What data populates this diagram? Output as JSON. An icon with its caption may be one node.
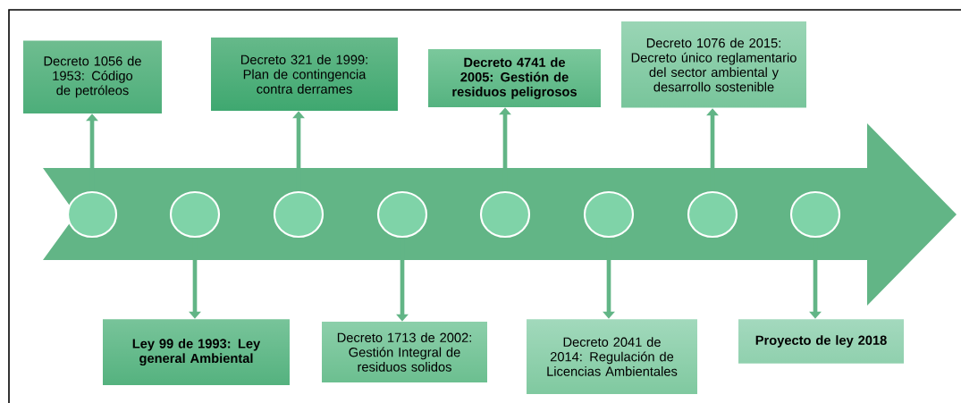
{
  "diagram": {
    "nodes": [
      {
        "text": [],
        "shape": "circle"
      },
      {
        "text": [],
        "shape": "circle"
      },
      {
        "text": [],
        "shape": "circle"
      },
      {
        "text": [],
        "shape": "circle"
      },
      {
        "text": [],
        "shape": "circle"
      },
      {
        "text": [],
        "shape": "circle"
      },
      {
        "text": [],
        "shape": "circle"
      },
      {
        "text": [],
        "shape": "circle"
      },
      {
        "text": [
          "Decreto 1056 de 1953: Código de petróleos"
        ]
      },
      {
        "text": [
          "Ley 99 de 1993: Ley general Ambiental"
        ]
      },
      {
        "text": [
          "Decreto 321 de 1999: Plan de contingencia contra derrames"
        ]
      },
      {
        "text": [
          "Decreto 1713 de 2002: Gestión Integral de residuos solidos"
        ]
      },
      {
        "text": [
          "Decreto 4741 de 2005: Gestión de residuos peligrosos"
        ]
      },
      {
        "text": [
          "Decreto 2041 de 2014: Regulación de Licencias Ambientales"
        ]
      },
      {
        "text": [
          "Decreto 1076 de 2015: Decreto único reglamentario del sector ambiental y desarrollo sostenible"
        ]
      },
      {
        "text": [
          "Proyecto de ley 2018"
        ]
      }
    ],
    "edges": [
      {
        "from": 0,
        "to": 8,
        "arrow": "to"
      },
      {
        "from": 1,
        "to": 9,
        "arrow": "to"
      },
      {
        "from": 2,
        "to": 10,
        "arrow": "to"
      },
      {
        "from": 3,
        "to": 11,
        "arrow": "to"
      },
      {
        "from": 4,
        "to": 12,
        "arrow": "to"
      },
      {
        "from": 5,
        "to": 13,
        "arrow": "to"
      },
      {
        "from": 6,
        "to": 14,
        "arrow": "to"
      },
      {
        "from": 7,
        "to": 15,
        "arrow": "to"
      }
    ]
  }
}
